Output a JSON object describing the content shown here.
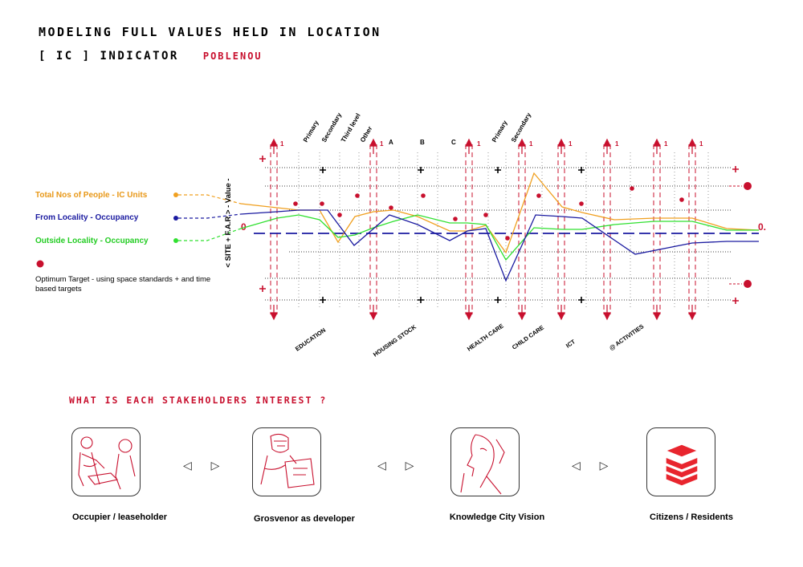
{
  "header": {
    "title": "MODELING FULL VALUES HELD IN LOCATION",
    "indicator": "[ IC ]  INDICATOR",
    "location": "POBLENOU"
  },
  "legend": {
    "people": {
      "label": "Total Nos of People - IC Units",
      "color": "#f0a020"
    },
    "locality": {
      "label": "From Locality - Occupancy",
      "color": "#1a1aa0"
    },
    "outside": {
      "label": "Outside Locality - Occupancy",
      "color": "#30e030"
    },
    "target_note": "Optimum Target - using space standards + and time based targets",
    "target_color": "#c8102e"
  },
  "axis": {
    "label": "< SITE + F.A.R > - Value -",
    "zero_left": "0",
    "zero_right": "0.",
    "marker_one": "1"
  },
  "column_labels": [
    "Primary",
    "Secondary",
    "Third level",
    "Other",
    "A",
    "B",
    "C",
    "Primary",
    "Secondary"
  ],
  "categories": [
    "EDUCATION",
    "HOUSING STOCK",
    "HEALTH CARE",
    "CHILD CARE",
    "ICT",
    "@ ACTIVITIES"
  ],
  "stakeholders": {
    "question": "WHAT IS EACH STAKEHOLDERS INTEREST ?",
    "items": [
      {
        "label": "Occupier / leaseholder"
      },
      {
        "label": "Grosvenor as developer"
      },
      {
        "label": "Knowledge City Vision"
      },
      {
        "label": "Citizens / Residents"
      }
    ],
    "separator": "◁ ▷"
  }
}
